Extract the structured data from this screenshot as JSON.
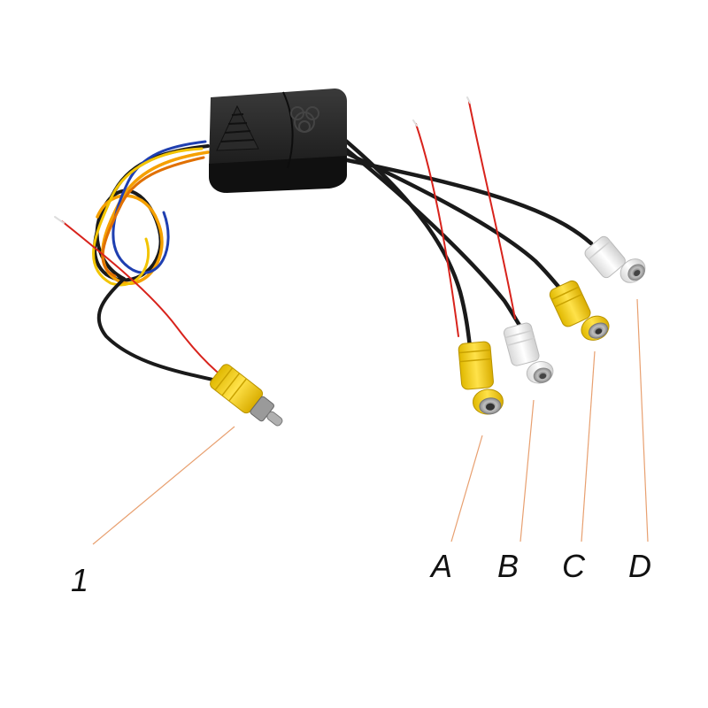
{
  "photo": {
    "callouts": [
      {
        "id": "output-1",
        "label": "1"
      },
      {
        "id": "input-a",
        "label": "A"
      },
      {
        "id": "input-b",
        "label": "B"
      },
      {
        "id": "input-c",
        "label": "C"
      },
      {
        "id": "input-d",
        "label": "D"
      }
    ],
    "colors": {
      "box": "#1f1f1f",
      "cable": "#1a1a1a",
      "red_wire": "#d8231c",
      "yellow_jack": "#f2d000",
      "white_jack": "#f4f4f4",
      "leader_line": "#e8a070",
      "orange_wire": "#f5a000",
      "blue_wire": "#1f3fb0"
    }
  }
}
